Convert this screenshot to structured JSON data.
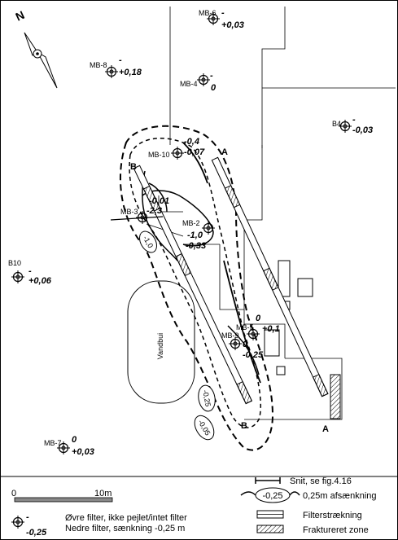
{
  "north_label": "N",
  "tank_label": "Vandbui",
  "wells": [
    {
      "id": "mb6",
      "name": "MB-6",
      "upper": "-",
      "lower": "+0,03"
    },
    {
      "id": "mb8",
      "name": "MB-8",
      "upper": "-",
      "lower": "+0,18"
    },
    {
      "id": "mb4",
      "name": "MB-4",
      "upper": "-",
      "lower": "0"
    },
    {
      "id": "b4",
      "name": "B4",
      "upper": "-",
      "lower": "-0,03"
    },
    {
      "id": "mb10",
      "name": "MB-10",
      "upper": "-0,4",
      "lower": "-0,07"
    },
    {
      "id": "mb3",
      "name": "MB-3",
      "upper": "-0,01",
      "lower": "-2,3"
    },
    {
      "id": "mb2",
      "name": "MB-2",
      "upper": "-1,0",
      "lower": "-0,33"
    },
    {
      "id": "b10",
      "name": "B10",
      "upper": "-",
      "lower": "+0,06"
    },
    {
      "id": "mb5",
      "name": "MB-5",
      "upper": "0",
      "lower": "+0,1"
    },
    {
      "id": "mb9",
      "name": "MB-9",
      "upper": "0",
      "lower": "-0,25"
    },
    {
      "id": "mb7",
      "name": "MB-7",
      "upper": "0",
      "lower": "+0,03"
    }
  ],
  "sections": {
    "a": "A",
    "b": "B"
  },
  "contours": {
    "c1": "-1,0",
    "c2": "-0,25",
    "c3": "-0,05"
  },
  "scale": {
    "start": "0",
    "end": "10m"
  },
  "legend": {
    "well_upper": "-",
    "well_lower": "-0,25",
    "well_text1": "Øvre filter, ikke pejlet/intet filter",
    "well_text2": "Nedre filter, sænkning -0,25 m",
    "snit": "Snit, se fig.4.16",
    "contour_value": "-0,25",
    "contour_text": "0,25m afsænkning",
    "filter": "Filterstrækning",
    "fracture": "Fraktureret zone"
  }
}
